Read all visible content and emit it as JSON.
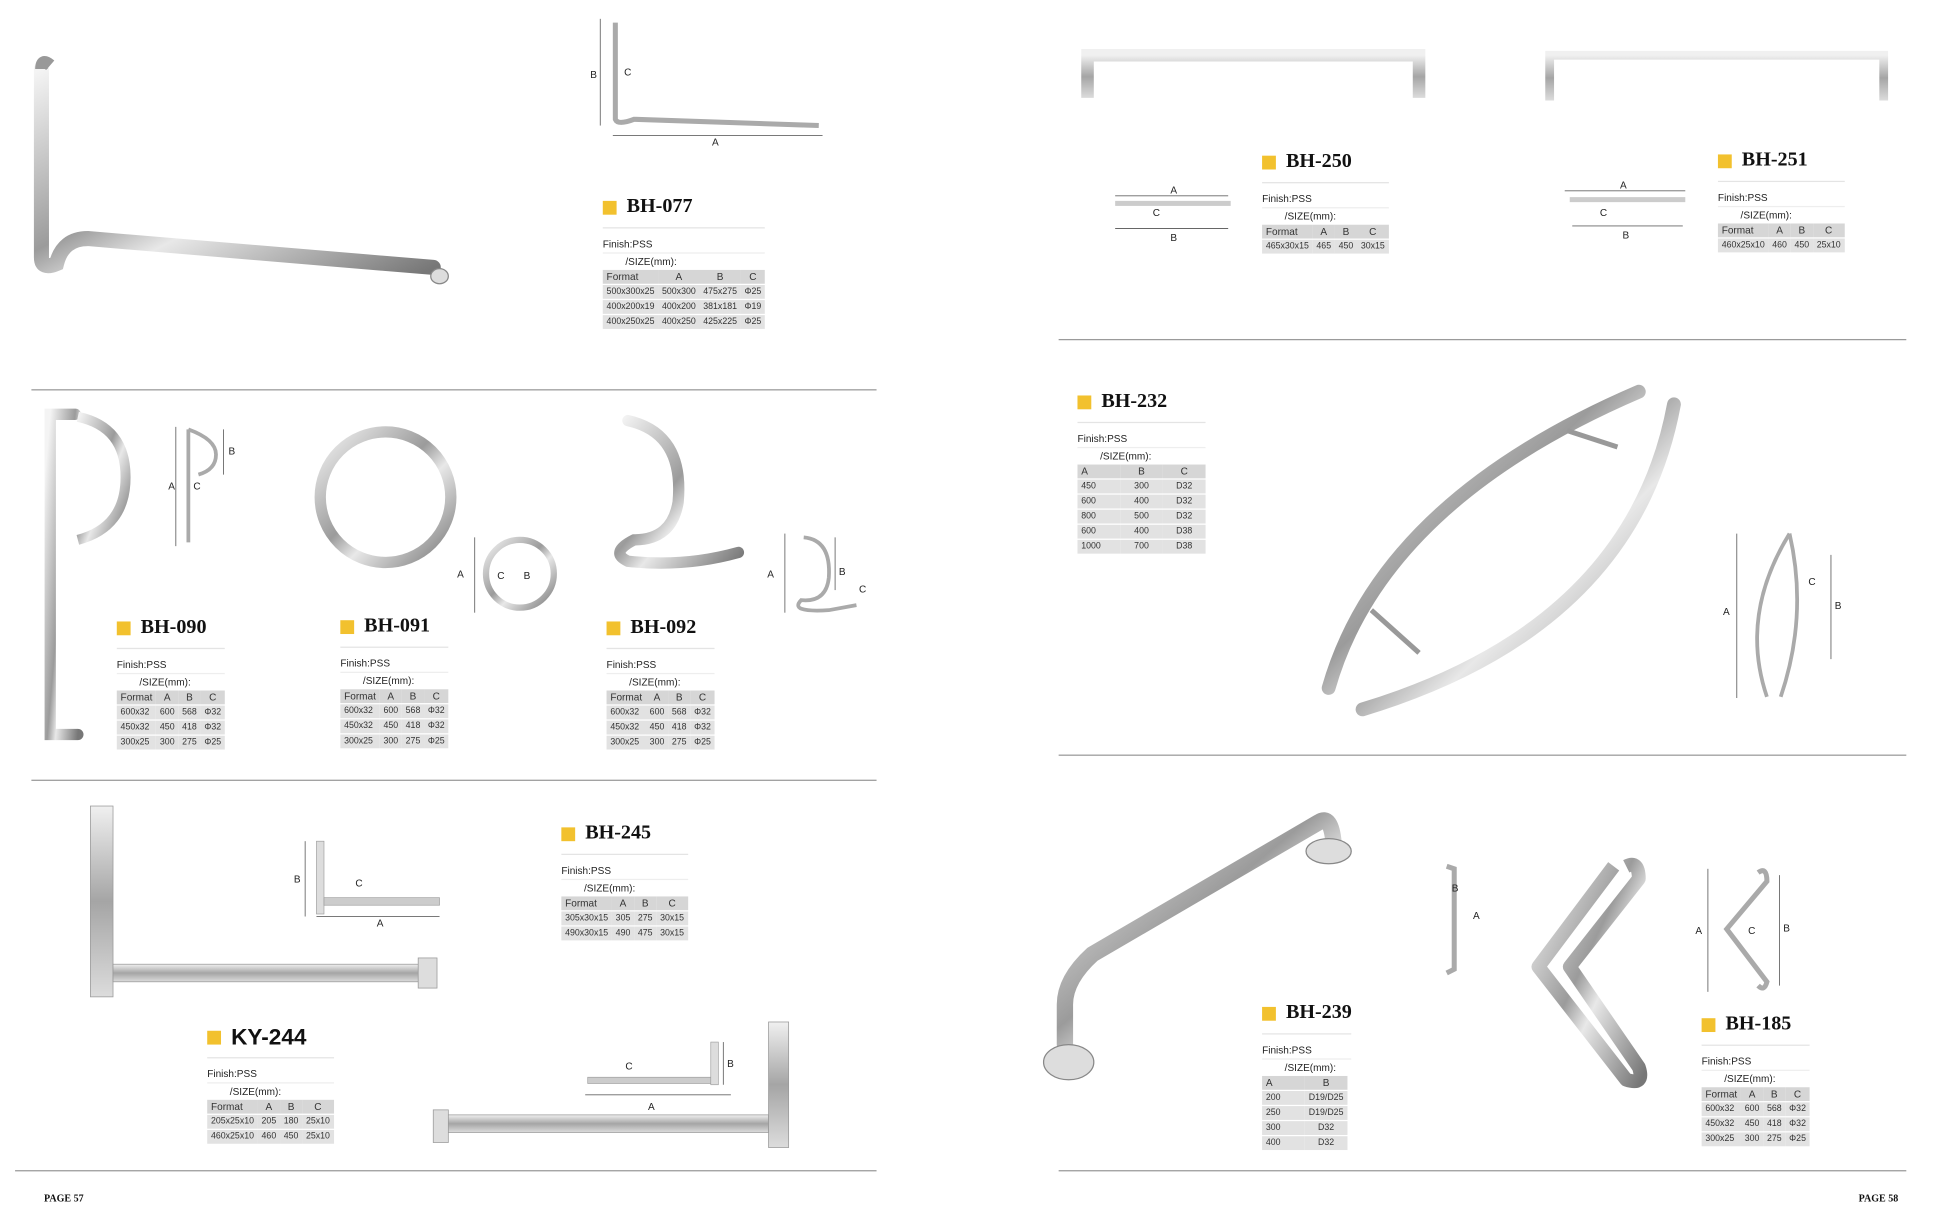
{
  "pages": {
    "left_label": "PAGE 57",
    "right_label": "PAGE 58"
  },
  "common": {
    "finish": "Finish:PSS",
    "size_label": "/SIZE(mm):"
  },
  "dimension_letters": [
    "A",
    "B",
    "C"
  ],
  "accent_color": "#f2c12e",
  "products": [
    {
      "id": "BH-077",
      "headers": [
        "Format",
        "A",
        "B",
        "C"
      ],
      "rows": [
        [
          "500x300x25",
          "500x300",
          "475x275",
          "Φ25"
        ],
        [
          "400x200x19",
          "400x200",
          "381x181",
          "Φ19"
        ],
        [
          "400x250x25",
          "400x250",
          "425x225",
          "Φ25"
        ]
      ]
    },
    {
      "id": "BH-090",
      "headers": [
        "Format",
        "A",
        "B",
        "C"
      ],
      "rows": [
        [
          "600x32",
          "600",
          "568",
          "Φ32"
        ],
        [
          "450x32",
          "450",
          "418",
          "Φ32"
        ],
        [
          "300x25",
          "300",
          "275",
          "Φ25"
        ]
      ]
    },
    {
      "id": "BH-091",
      "headers": [
        "Format",
        "A",
        "B",
        "C"
      ],
      "rows": [
        [
          "600x32",
          "600",
          "568",
          "Φ32"
        ],
        [
          "450x32",
          "450",
          "418",
          "Φ32"
        ],
        [
          "300x25",
          "300",
          "275",
          "Φ25"
        ]
      ]
    },
    {
      "id": "BH-092",
      "headers": [
        "Format",
        "A",
        "B",
        "C"
      ],
      "rows": [
        [
          "600x32",
          "600",
          "568",
          "Φ32"
        ],
        [
          "450x32",
          "450",
          "418",
          "Φ32"
        ],
        [
          "300x25",
          "300",
          "275",
          "Φ25"
        ]
      ]
    },
    {
      "id": "BH-245",
      "headers": [
        "Format",
        "A",
        "B",
        "C"
      ],
      "rows": [
        [
          "305x30x15",
          "305",
          "275",
          "30x15"
        ],
        [
          "490x30x15",
          "490",
          "475",
          "30x15"
        ]
      ]
    },
    {
      "id": "KY-244",
      "headers": [
        "Format",
        "A",
        "B",
        "C"
      ],
      "rows": [
        [
          "205x25x10",
          "205",
          "180",
          "25x10"
        ],
        [
          "460x25x10",
          "460",
          "450",
          "25x10"
        ]
      ]
    },
    {
      "id": "BH-250",
      "headers": [
        "Format",
        "A",
        "B",
        "C"
      ],
      "rows": [
        [
          "465x30x15",
          "465",
          "450",
          "30x15"
        ]
      ]
    },
    {
      "id": "BH-251",
      "headers": [
        "Format",
        "A",
        "B",
        "C"
      ],
      "rows": [
        [
          "460x25x10",
          "460",
          "450",
          "25x10"
        ]
      ]
    },
    {
      "id": "BH-232",
      "headers": [
        "A",
        "B",
        "C"
      ],
      "rows": [
        [
          "450",
          "300",
          "D32"
        ],
        [
          "600",
          "400",
          "D32"
        ],
        [
          "800",
          "500",
          "D32"
        ],
        [
          "600",
          "400",
          "D38"
        ],
        [
          "1000",
          "700",
          "D38"
        ]
      ]
    },
    {
      "id": "BH-239",
      "headers": [
        "A",
        "B"
      ],
      "rows": [
        [
          "200",
          "D19/D25"
        ],
        [
          "250",
          "D19/D25"
        ],
        [
          "300",
          "D32"
        ],
        [
          "400",
          "D32"
        ]
      ]
    },
    {
      "id": "BH-185",
      "headers": [
        "Format",
        "A",
        "B",
        "C"
      ],
      "rows": [
        [
          "600x32",
          "600",
          "568",
          "Φ32"
        ],
        [
          "450x32",
          "450",
          "418",
          "Φ32"
        ],
        [
          "300x25",
          "300",
          "275",
          "Φ25"
        ]
      ]
    }
  ]
}
